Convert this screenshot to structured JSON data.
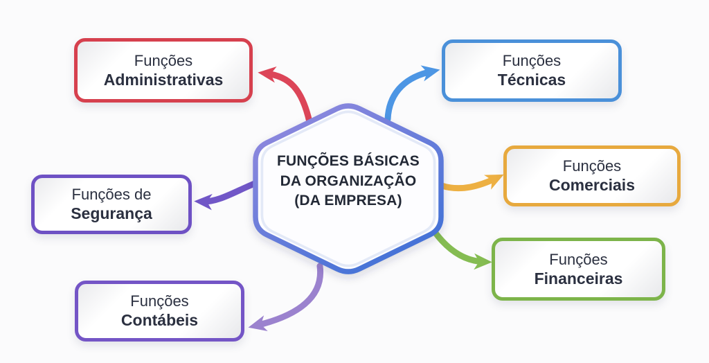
{
  "background_color": "#FBFBFC",
  "center": {
    "line1": "FUNÇÕES BÁSICAS",
    "line2": "DA ORGANIZAÇÃO",
    "line3": "(DA EMPRESA)",
    "border_gradient_start": "#9189DE",
    "border_gradient_end": "#3D70D6",
    "inner_ring_color": "#E3E9F7",
    "fill": "#FDFDFF",
    "text_color": "#232936"
  },
  "nodes": {
    "administrativas": {
      "line1": "Funções",
      "line2": "Administrativas",
      "border_color": "#D6404E",
      "arrow_color": "#DC4558"
    },
    "tecnicas": {
      "line1": "Funções",
      "line2": "Técnicas",
      "border_color": "#4A90D9",
      "arrow_color": "#4D96E4"
    },
    "seguranca": {
      "line1": "Funções de",
      "line2": "Segurança",
      "border_color": "#6E51C4",
      "arrow_color": "#7157C7"
    },
    "comerciais": {
      "line1": "Funções",
      "line2": "Comerciais",
      "border_color": "#E7A93E",
      "arrow_color": "#EDB043"
    },
    "contabeis": {
      "line1": "Funções",
      "line2": "Contábeis",
      "border_color": "#7455C6",
      "arrow_color": "#9B82CE"
    },
    "financeiras": {
      "line1": "Funções",
      "line2": "Financeiras",
      "border_color": "#7DB44A",
      "arrow_color": "#85BC52"
    }
  }
}
